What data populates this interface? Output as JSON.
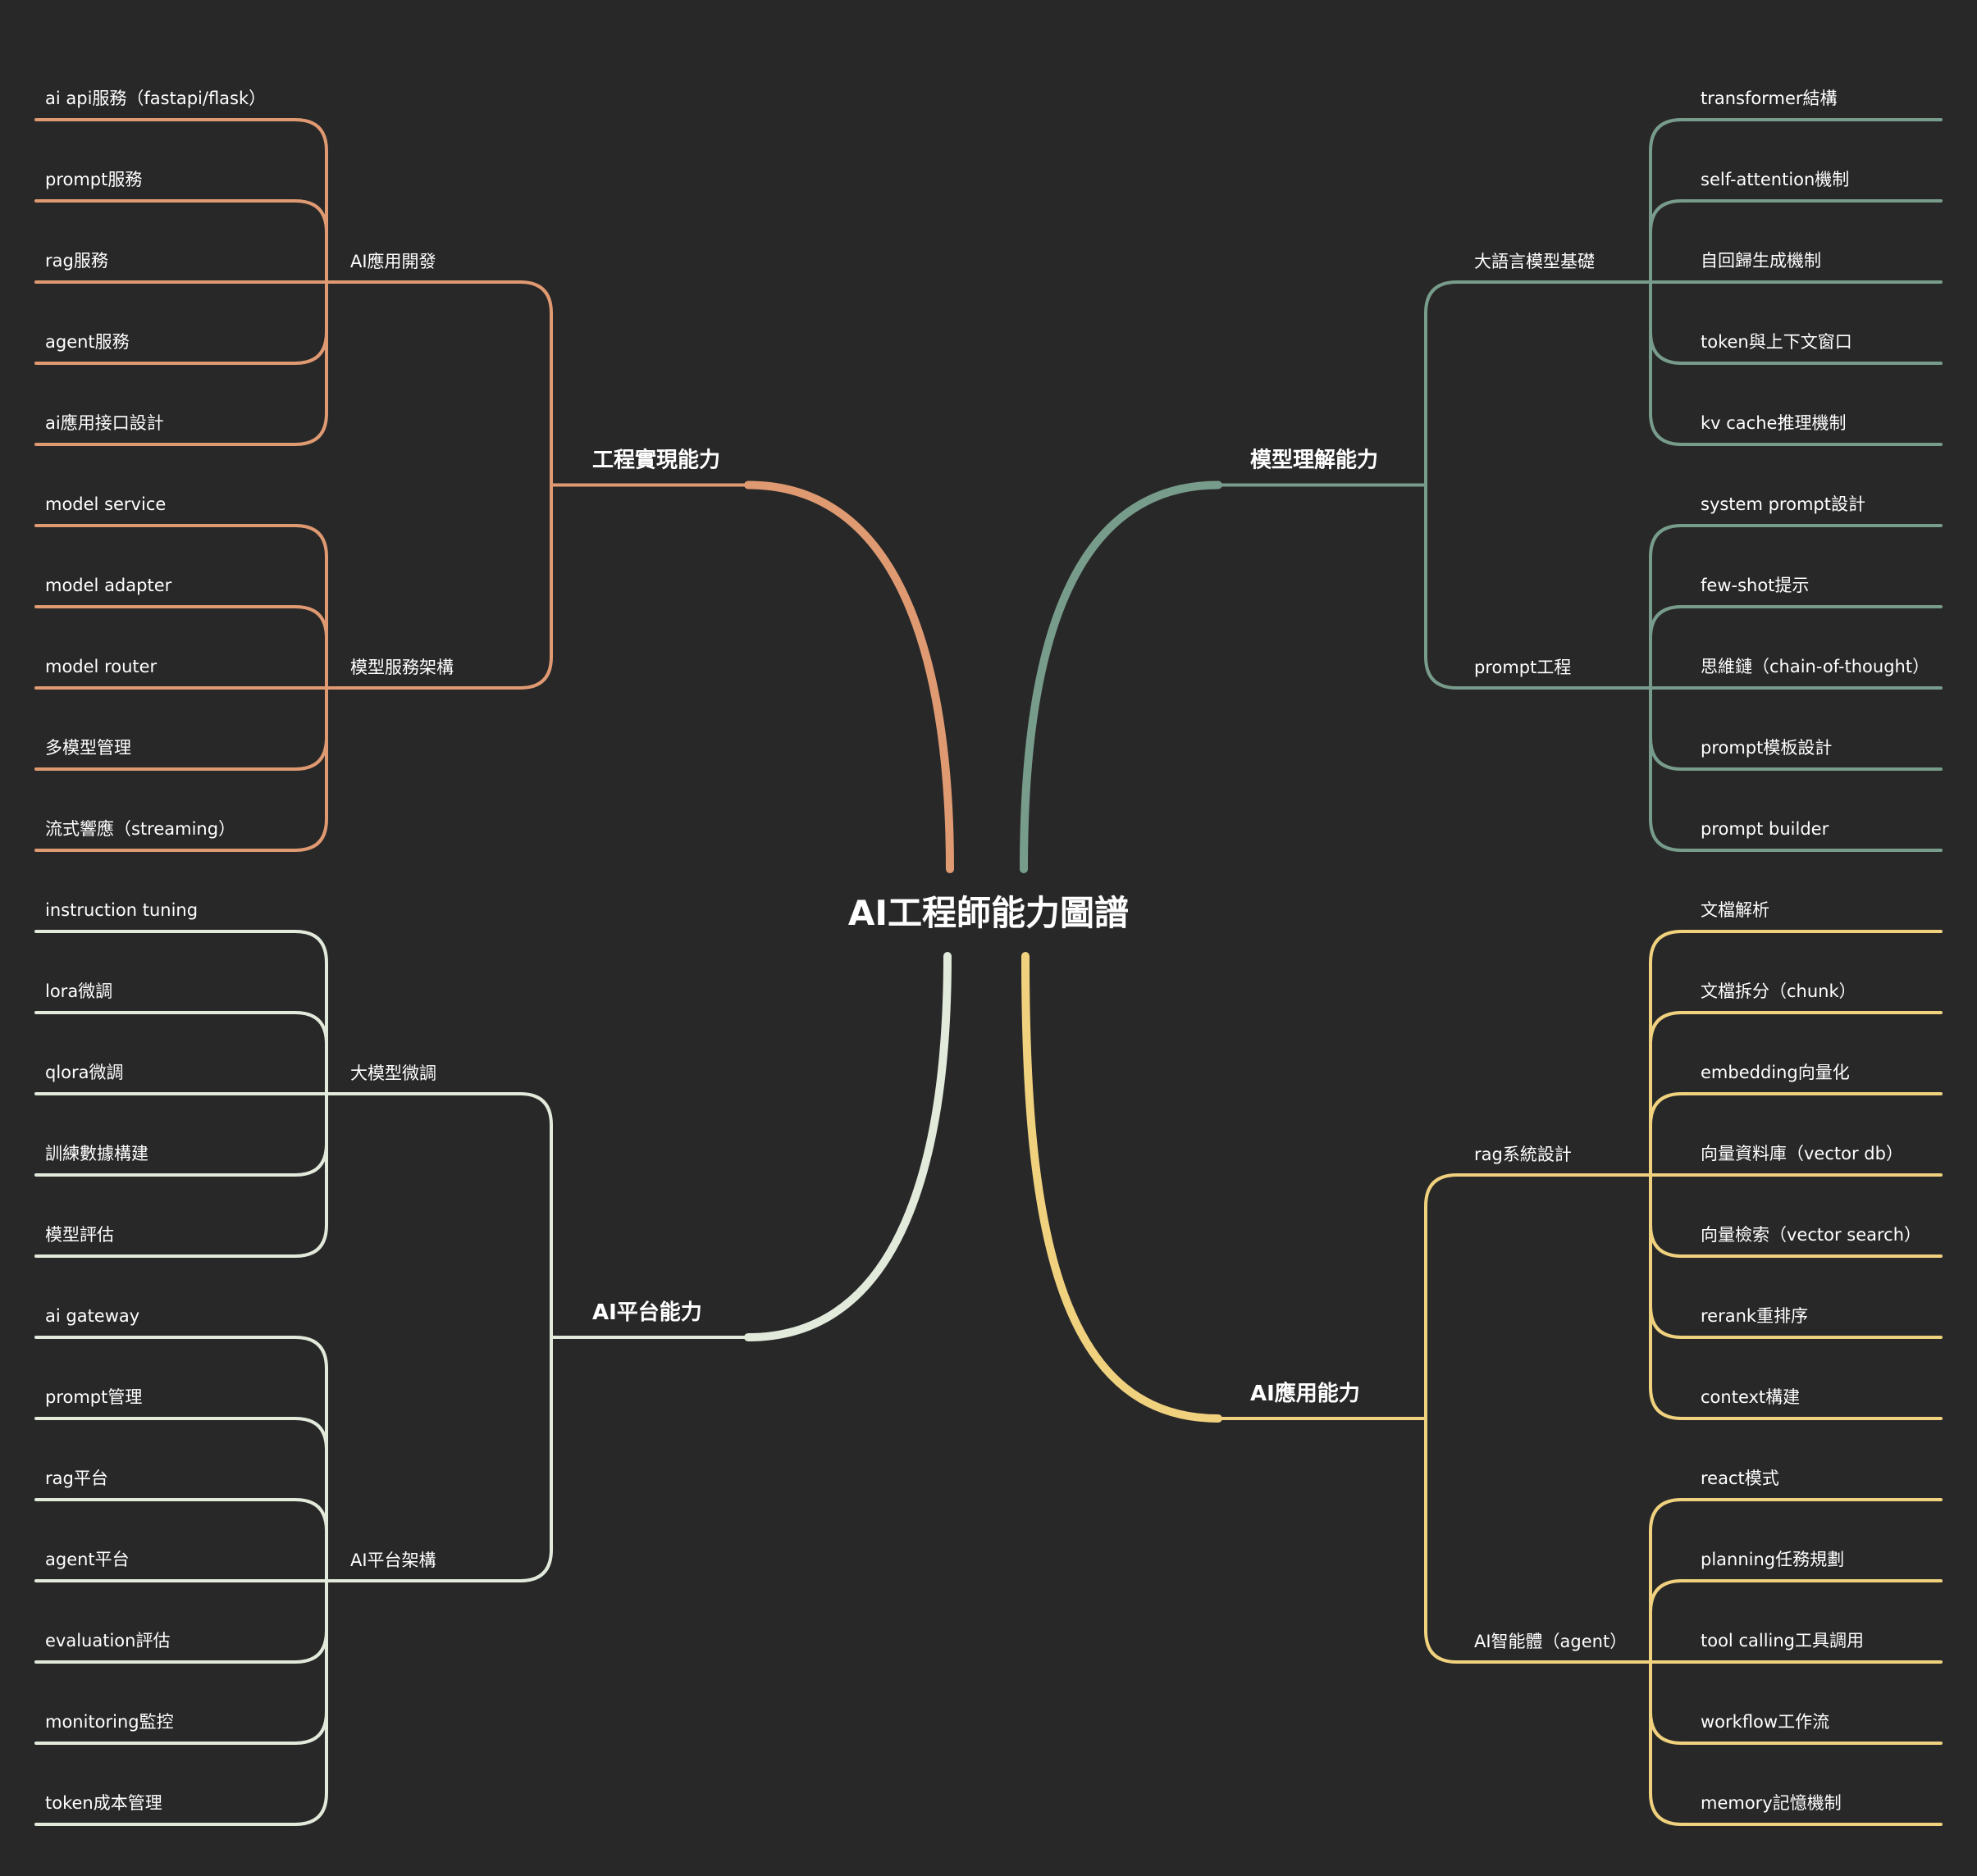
{
  "root": {
    "label": "AI工程師能力圖譜"
  },
  "branches": [
    {
      "id": "engineering",
      "label": "工程實現能力",
      "color": "#e09a72",
      "side": "left",
      "groups": [
        {
          "label": "AI應用開發",
          "items": [
            "ai api服務（fastapi/flask）",
            "prompt服務",
            "rag服務",
            "agent服務",
            "ai應用接口設計"
          ]
        },
        {
          "label": "模型服務架構",
          "items": [
            "model service",
            "model adapter",
            "model router",
            "多模型管理",
            "流式響應（streaming）"
          ]
        }
      ]
    },
    {
      "id": "platform",
      "label": "AI平台能力",
      "color": "#e2eadb",
      "side": "left",
      "groups": [
        {
          "label": "大模型微調",
          "items": [
            "instruction tuning",
            "lora微調",
            "qlora微調",
            "訓練數據構建",
            "模型評估"
          ]
        },
        {
          "label": "AI平台架構",
          "items": [
            "ai gateway",
            "prompt管理",
            "rag平台",
            "agent平台",
            "evaluation評估",
            "monitoring監控",
            "token成本管理"
          ]
        }
      ]
    },
    {
      "id": "model",
      "label": "模型理解能力",
      "color": "#789c8c",
      "side": "right",
      "groups": [
        {
          "label": "大語言模型基礎",
          "items": [
            "transformer結構",
            "self-attention機制",
            "自回歸生成機制",
            "token與上下文窗口",
            "kv cache推理機制"
          ]
        },
        {
          "label": "prompt工程",
          "items": [
            "system prompt設計",
            "few-shot提示",
            "思維鏈（chain-of-thought）",
            "prompt模板設計",
            "prompt builder"
          ]
        }
      ]
    },
    {
      "id": "application",
      "label": "AI應用能力",
      "color": "#f0d17e",
      "side": "right",
      "groups": [
        {
          "label": "rag系統設計",
          "items": [
            "文檔解析",
            "文檔拆分（chunk）",
            "embedding向量化",
            "向量資料庫（vector db）",
            "向量檢索（vector search）",
            "rerank重排序",
            "context構建"
          ]
        },
        {
          "label": "AI智能體（agent）",
          "items": [
            "react模式",
            "planning任務規劃",
            "tool calling工具調用",
            "workflow工作流",
            "memory記憶機制"
          ]
        }
      ]
    }
  ]
}
